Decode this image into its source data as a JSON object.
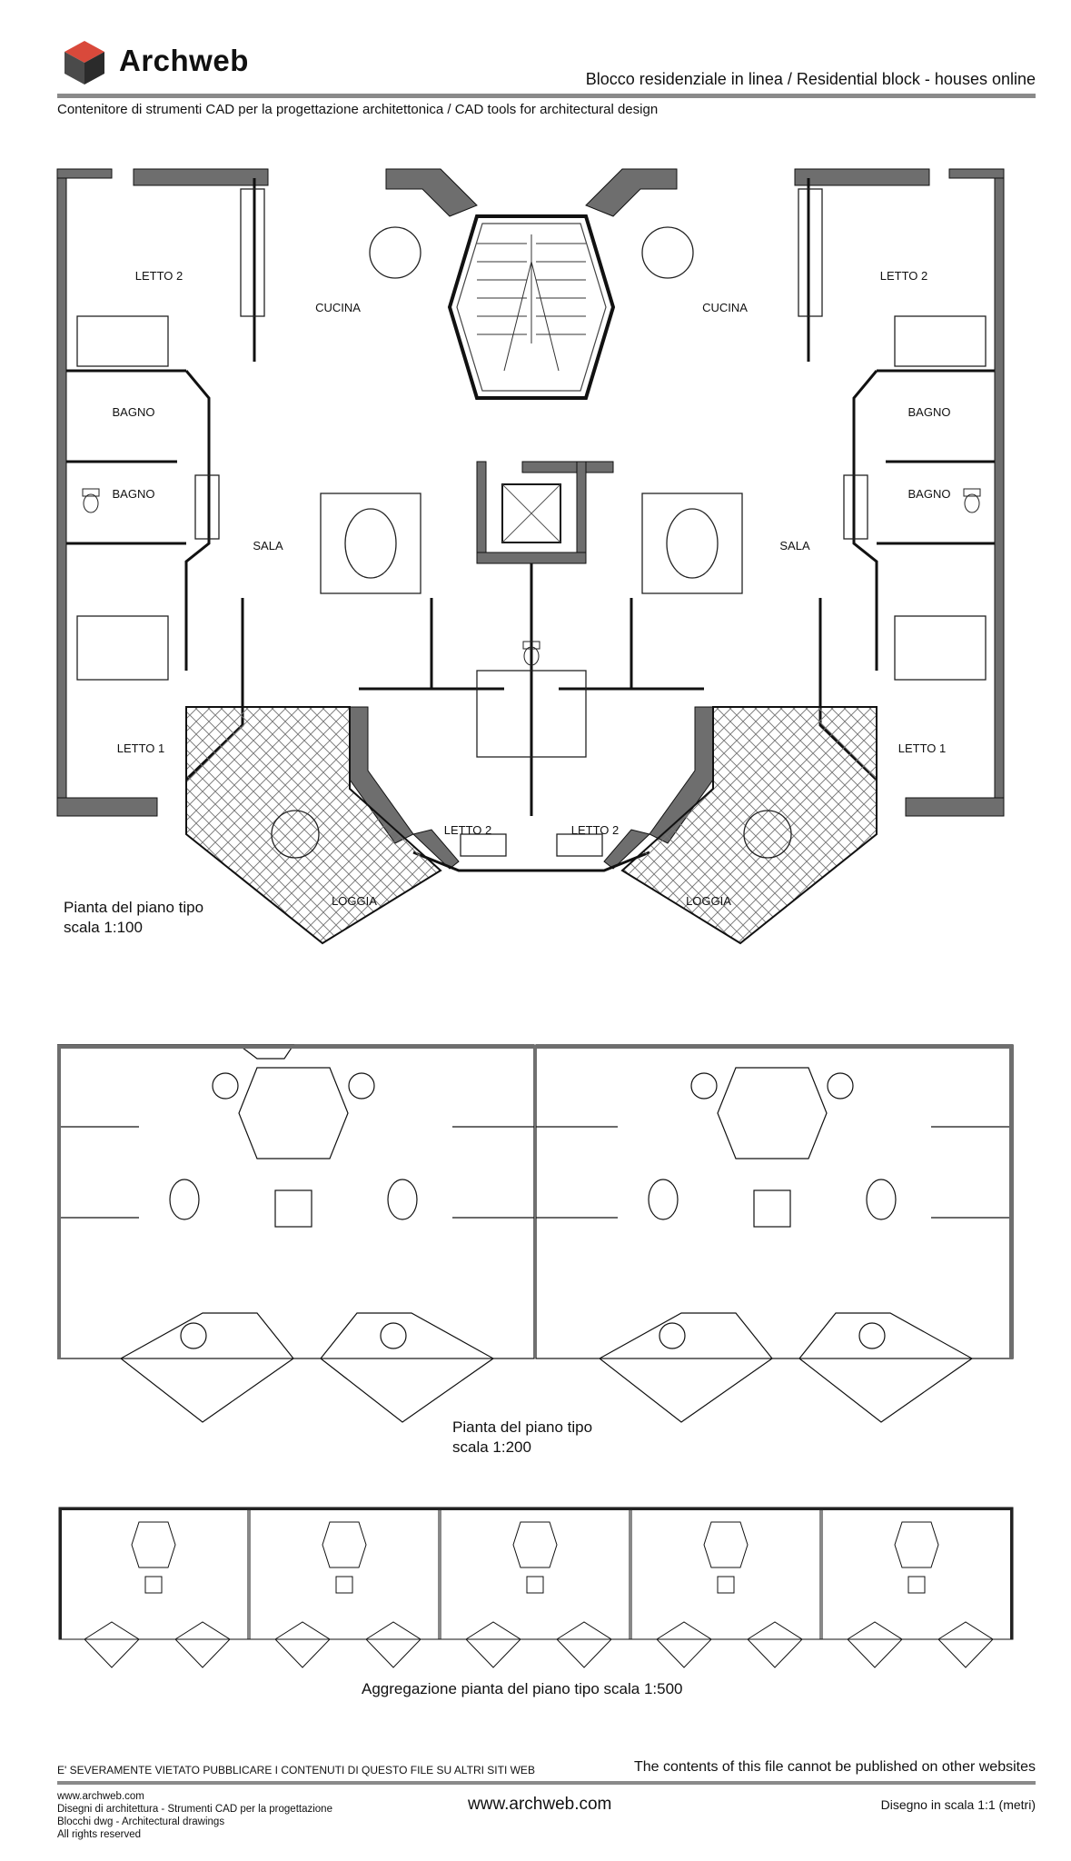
{
  "header": {
    "brand": "Archweb",
    "title": "Blocco residenziale in linea  /  Residential block - houses online",
    "subtitle": "Contenitore di strumenti CAD per la progettazione architettonica  /  CAD tools for architectural design",
    "logo_icon": "cube-logo-icon",
    "accent_color": "#c23b2e"
  },
  "plan_large": {
    "caption_line1": "Pianta del piano tipo",
    "caption_line2": "scala 1:100",
    "rooms": {
      "letto2": "LETTO 2",
      "cucina": "CUCINA",
      "bagno": "BAGNO",
      "sala": "SALA",
      "letto1": "LETTO 1",
      "loggia": "LOGGIA"
    }
  },
  "plan_medium": {
    "caption_line1": "Pianta del piano tipo",
    "caption_line2": "scala 1:200"
  },
  "plan_small": {
    "caption": "Aggregazione pianta del piano tipo scala 1:500"
  },
  "footer": {
    "warning_it": "E' SEVERAMENTE VIETATO PUBBLICARE I CONTENUTI DI QUESTO FILE SU ALTRI SITI WEB",
    "warning_en": "The contents of this file cannot be published on other websites",
    "info_lines": [
      "www.archweb.com",
      "Disegni di architettura - Strumenti CAD  per la progettazione",
      "Blocchi dwg - Architectural drawings",
      "All rights reserved"
    ],
    "url": "www.archweb.com",
    "scale_note": "Disegno in scala 1:1 (metri)"
  }
}
